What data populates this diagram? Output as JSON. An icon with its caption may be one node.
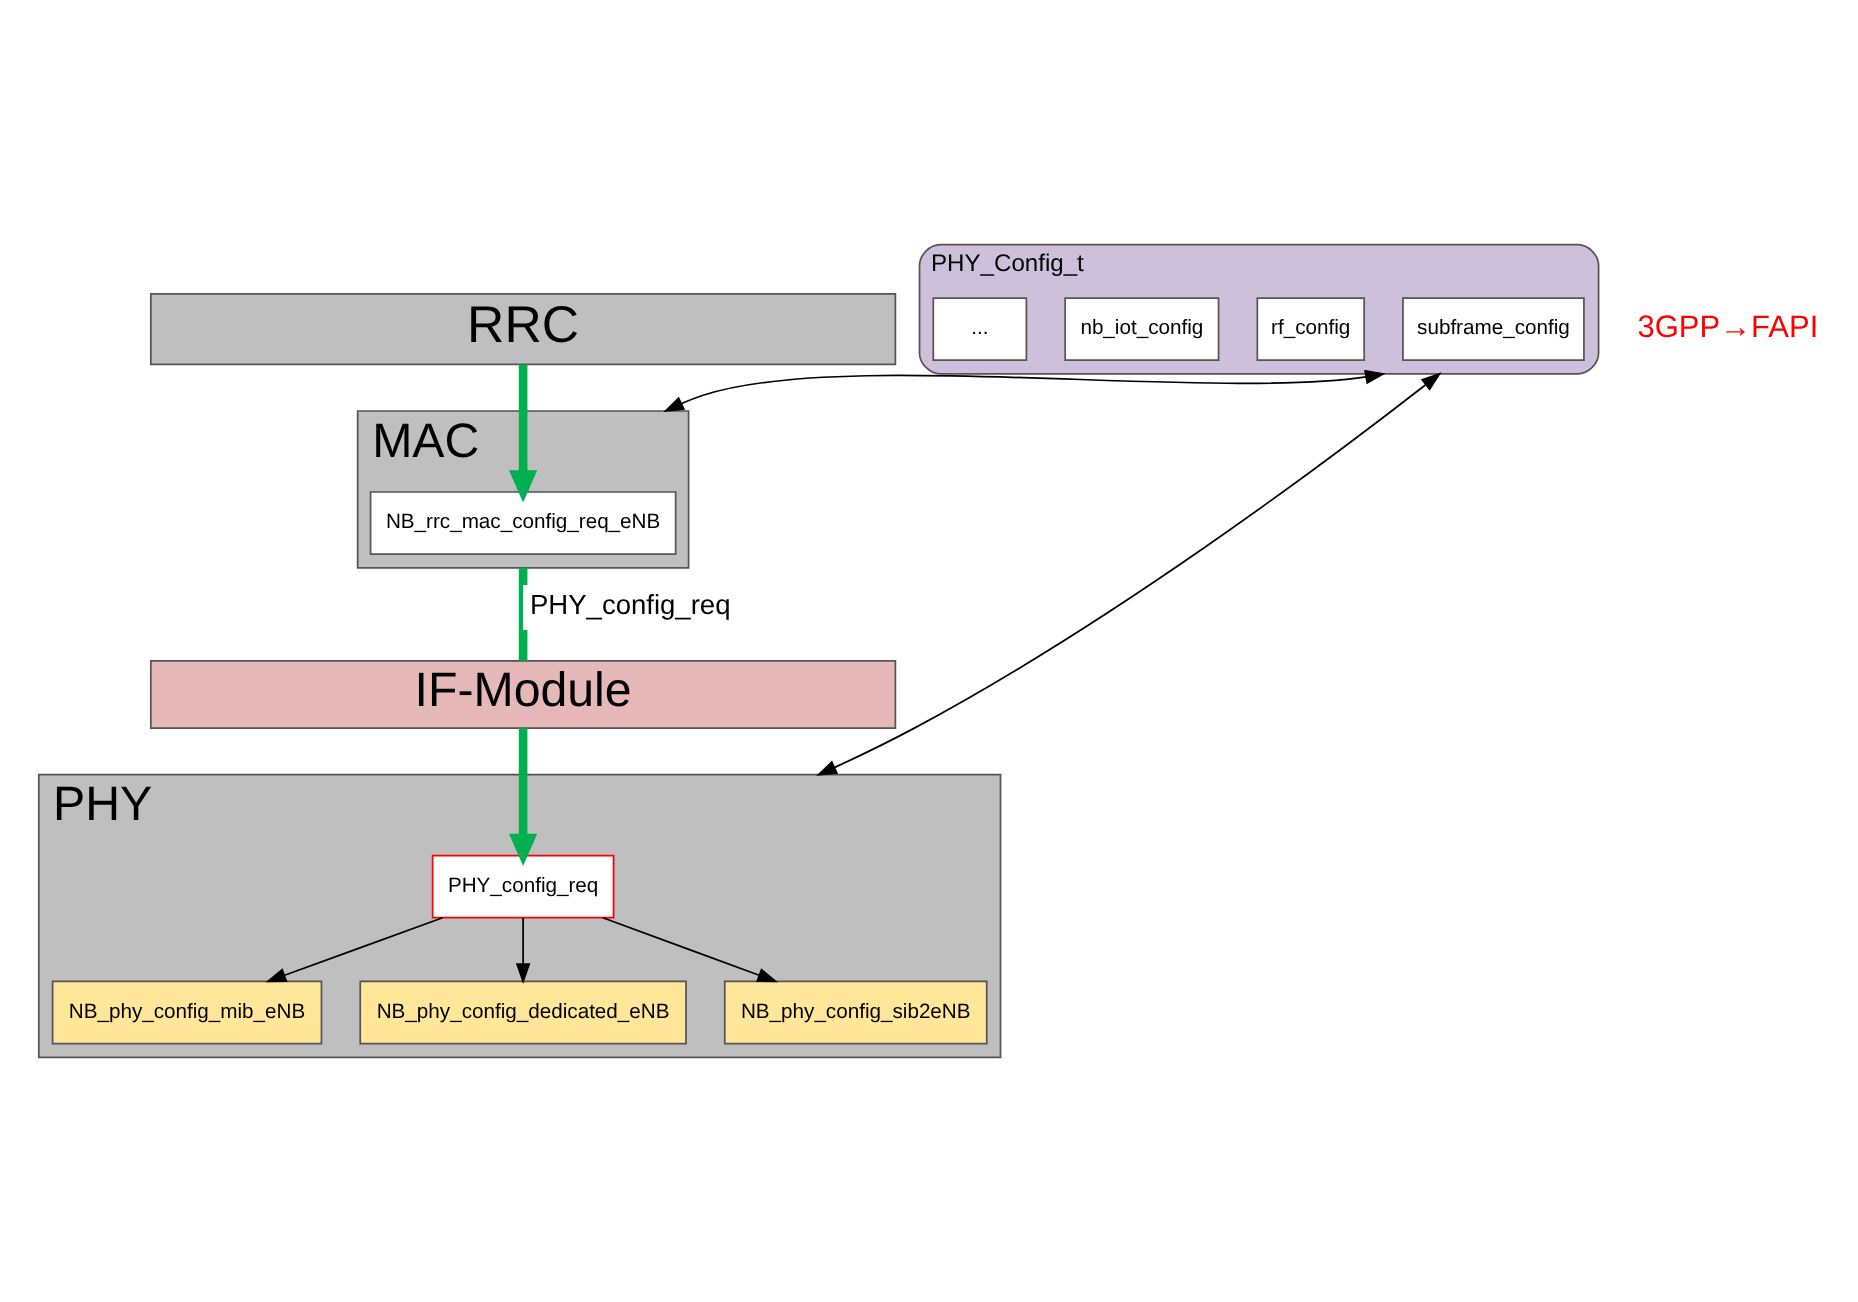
{
  "diagram": {
    "nodes": [
      {
        "text": [
          "RRC"
        ]
      },
      {
        "text": [
          "MAC"
        ]
      },
      {
        "text": [
          "NB_rrc_mac_config_req_eNB"
        ],
        "in": 1
      },
      {
        "text": [
          "IF-Module"
        ]
      },
      {
        "text": [
          "PHY"
        ]
      },
      {
        "text": [
          "PHY_config_req"
        ],
        "in": 4
      },
      {
        "text": [
          "NB_phy_config_mib_eNB"
        ],
        "in": 4
      },
      {
        "text": [
          "NB_phy_config_dedicated_eNB"
        ],
        "in": 4
      },
      {
        "text": [
          "NB_phy_config_sib2eNB"
        ],
        "in": 4
      },
      {
        "text": [
          "PHY_Config_t"
        ]
      },
      {
        "text": [
          "subframe_config"
        ],
        "in": 9
      },
      {
        "text": [
          "rf_config"
        ],
        "in": 9
      },
      {
        "text": [
          "nb_iot_config"
        ],
        "in": 9
      },
      {
        "text": [
          "..."
        ],
        "in": 9
      }
    ],
    "edges": [
      {
        "from": 0,
        "to": 2,
        "arrow": "to",
        "style": "thick",
        "color": "#00b050"
      },
      {
        "from": 1,
        "to": 3,
        "arrow": "none",
        "label": "PHY_config_req",
        "style": "thick",
        "color": "#00b050"
      },
      {
        "from": 3,
        "to": 5,
        "arrow": "to",
        "style": "thick",
        "color": "#00b050"
      },
      {
        "from": 5,
        "to": 6,
        "arrow": "to"
      },
      {
        "from": 5,
        "to": 7,
        "arrow": "to"
      },
      {
        "from": 5,
        "to": 8,
        "arrow": "to"
      },
      {
        "from": 1,
        "to": 9,
        "arrow": "both"
      },
      {
        "from": 4,
        "to": 9,
        "arrow": "both"
      }
    ],
    "labels": [
      "3GPP→FAPI"
    ]
  }
}
